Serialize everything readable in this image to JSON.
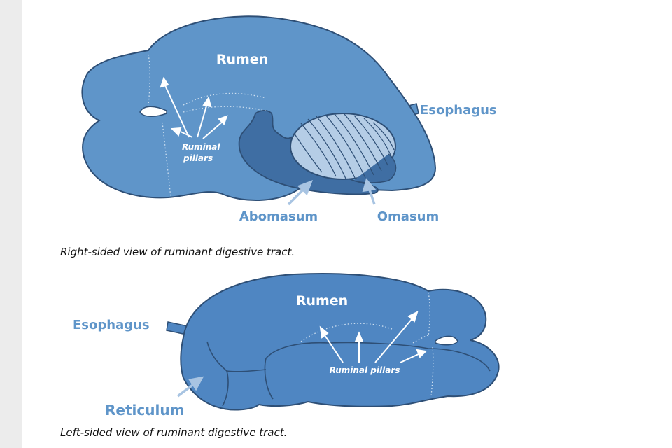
{
  "colors": {
    "organ_fill": "#5f95c9",
    "organ_fill_bottom": "#4f86c2",
    "organ_stroke": "#2e4f76",
    "abomasum_fill": "#3f6ea3",
    "omasum_fill": "#b5cde6",
    "label_blue": "#5f95c9",
    "arrow_light": "#a8c4e2"
  },
  "top_diagram": {
    "rumen_label": "Rumen",
    "esophagus_label": "Esophagus",
    "pillars_label_line1": "Ruminal",
    "pillars_label_line2": "pillars",
    "abomasum_label": "Abomasum",
    "omasum_label": "Omasum",
    "caption": "Right-sided view of ruminant digestive tract."
  },
  "bottom_diagram": {
    "rumen_label": "Rumen",
    "esophagus_label": "Esophagus",
    "pillars_label": "Ruminal pillars",
    "reticulum_label": "Reticulum",
    "caption": "Left-sided view of ruminant digestive tract."
  }
}
